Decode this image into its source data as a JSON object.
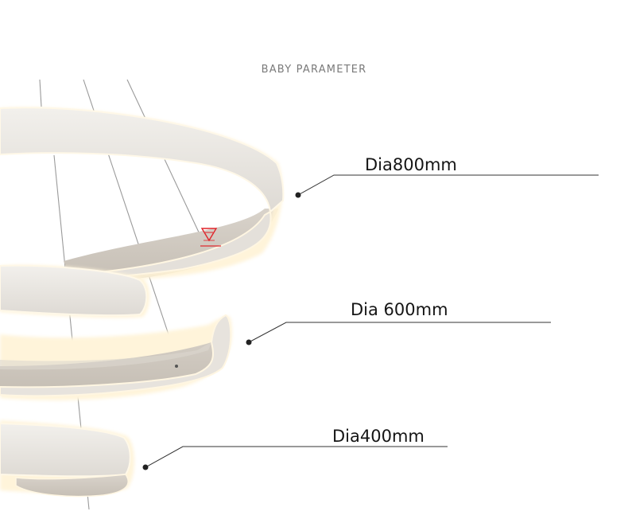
{
  "header": {
    "title": "BABY PARAMETER"
  },
  "dimensions": [
    {
      "id": "large-ring",
      "label": "Dia800mm"
    },
    {
      "id": "medium-ring",
      "label": "Dia 600mm"
    },
    {
      "id": "small-ring",
      "label": "Dia400mm"
    }
  ],
  "colors": {
    "ring_outer": "#e9e6e1",
    "ring_inner": "#cfc8bf",
    "ring_glow": "#fff5dd",
    "wire": "#9a9a9a",
    "leader_line": "#333333",
    "watermark": "#e0242a"
  }
}
